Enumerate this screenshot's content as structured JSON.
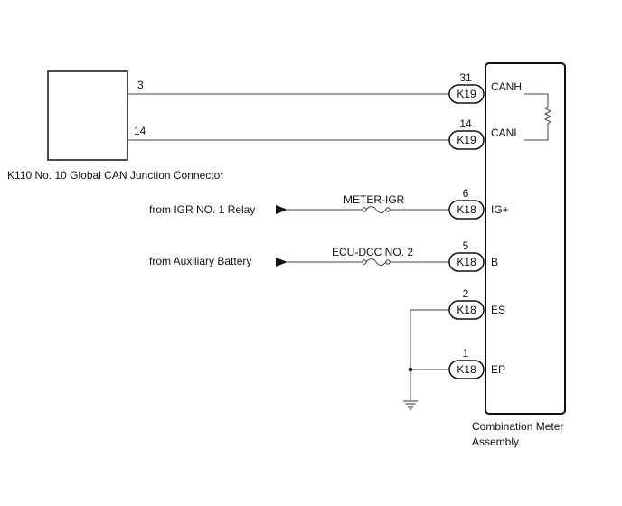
{
  "junction_connector": {
    "label": "K110  No. 10 Global CAN Junction Connector",
    "pin_can_high": "3",
    "pin_can_low": "14"
  },
  "meter": {
    "label_line1": "Combination Meter",
    "label_line2": "Assembly"
  },
  "connections": [
    {
      "pin": "31",
      "connector": "K19",
      "terminal": "CANH"
    },
    {
      "pin": "14",
      "connector": "K19",
      "terminal": "CANL"
    },
    {
      "pin": "6",
      "connector": "K18",
      "terminal": "IG+"
    },
    {
      "pin": "5",
      "connector": "K18",
      "terminal": "B"
    },
    {
      "pin": "2",
      "connector": "K18",
      "terminal": "ES"
    },
    {
      "pin": "1",
      "connector": "K18",
      "terminal": "EP"
    }
  ],
  "sources": {
    "ig_relay": "from IGR NO. 1 Relay",
    "aux_battery": "from Auxiliary Battery"
  },
  "fuses": {
    "meter_igr": "METER-IGR",
    "ecu_dcc": "ECU-DCC NO. 2"
  },
  "icons": {
    "ground": "ground-icon",
    "resistor": "resistor-icon",
    "fuse": "fuse-icon",
    "arrow": "arrow-right-icon"
  }
}
